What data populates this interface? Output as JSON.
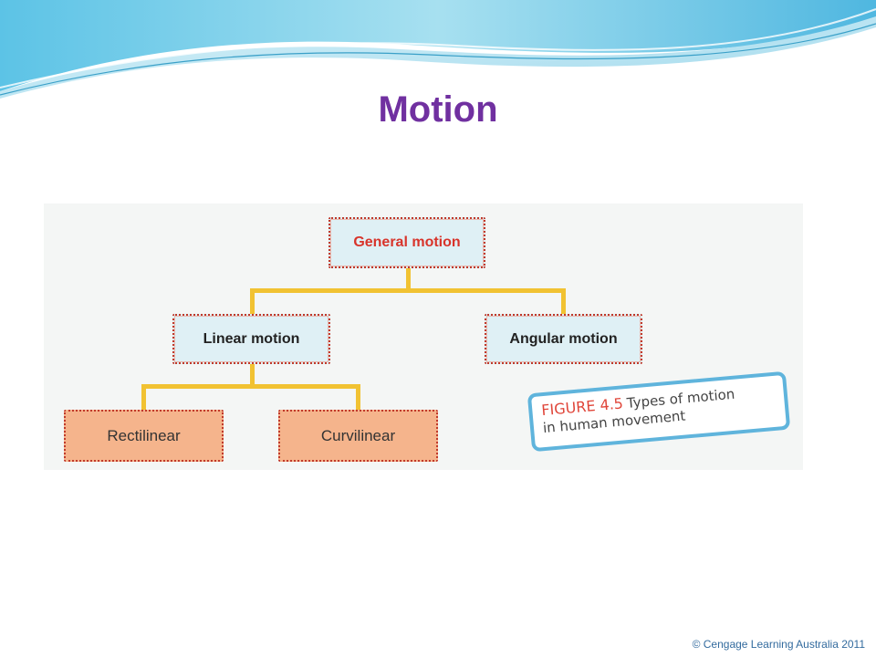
{
  "slide": {
    "title": "Motion",
    "copyright": "© Cengage Learning Australia 2011"
  },
  "diagram": {
    "root": "General motion",
    "level1": [
      "Linear motion",
      "Angular motion"
    ],
    "level2": [
      "Rectilinear",
      "Curvilinear"
    ],
    "caption_label": "FIGURE 4.5",
    "caption_text_line1": "Types of motion",
    "caption_text_line2": "in human movement"
  },
  "colors": {
    "title": "#7030a0",
    "root_text": "#d8342b",
    "connector": "#f1c232",
    "blue_box": "#dff0f5",
    "orange_box": "#f5b48c",
    "caption_border": "#5fb4dc"
  }
}
